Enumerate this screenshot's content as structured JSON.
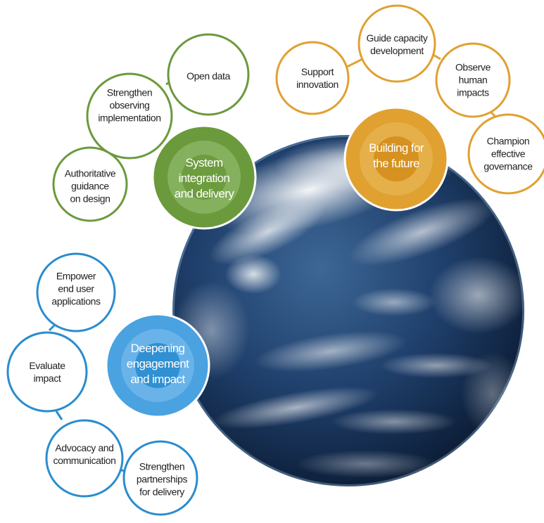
{
  "colors": {
    "green": "#6a9a3c",
    "orange": "#e0a131",
    "blue": "#2a8ccf",
    "text": "#222222",
    "hub_text": "#ffffff"
  },
  "globe": {
    "name": "earth-globe-image"
  },
  "groups": {
    "system": {
      "color": "#6a9a3c",
      "hub": "System\nintegration\nand delivery",
      "satellites": [
        "Open data",
        "Strengthen\nobserving\nimplementation",
        "Authoritative\nguidance\non design"
      ]
    },
    "future": {
      "color": "#e0a131",
      "hub": "Building for\nthe future",
      "satellites": [
        "Support\ninnovation",
        "Guide capacity\ndevelopment",
        "Observe\nhuman\nimpacts",
        "Champion\neffective\ngovernance"
      ]
    },
    "engagement": {
      "color": "#2a8ccf",
      "hub": "Deepening\nengagement\nand impact",
      "satellites": [
        "Empower\nend user\napplications",
        "Evaluate\nimpact",
        "Advocacy and\ncommunication",
        "Strengthen\npartnerships\nfor delivery"
      ]
    }
  }
}
